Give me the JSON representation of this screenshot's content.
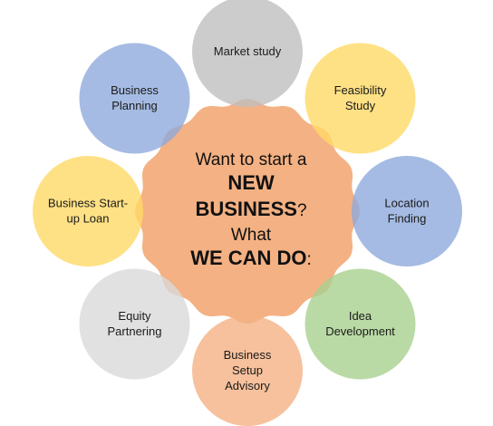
{
  "center": {
    "line1": "Want to start a",
    "line2": "NEW",
    "line3_bold": "BUSINESS",
    "line3_mark": "?",
    "line4": "What",
    "line5_bold": "WE CAN DO",
    "line5_mark": ":",
    "color": "#f4b183"
  },
  "nodes": [
    {
      "id": "market-study",
      "lines": [
        "Market study"
      ],
      "color": "#bfbfbf"
    },
    {
      "id": "feasibility-study",
      "lines": [
        "Feasibility",
        "Study"
      ],
      "color": "#ffd966"
    },
    {
      "id": "location-finding",
      "lines": [
        "Location",
        "Finding"
      ],
      "color": "#8faadc"
    },
    {
      "id": "idea-development",
      "lines": [
        "Idea",
        "Development"
      ],
      "color": "#a9d18e"
    },
    {
      "id": "business-setup-advisory",
      "lines": [
        "Business",
        "Setup",
        "Advisory"
      ],
      "color": "#f4b183"
    },
    {
      "id": "equity-partnering",
      "lines": [
        "Equity",
        "Partnering"
      ],
      "color": "#d9d9d9"
    },
    {
      "id": "business-start-up-loan",
      "lines": [
        "Business Start-",
        "up Loan"
      ],
      "color": "#ffd966"
    },
    {
      "id": "business-planning",
      "lines": [
        "Business",
        "Planning"
      ],
      "color": "#8faadc"
    }
  ]
}
